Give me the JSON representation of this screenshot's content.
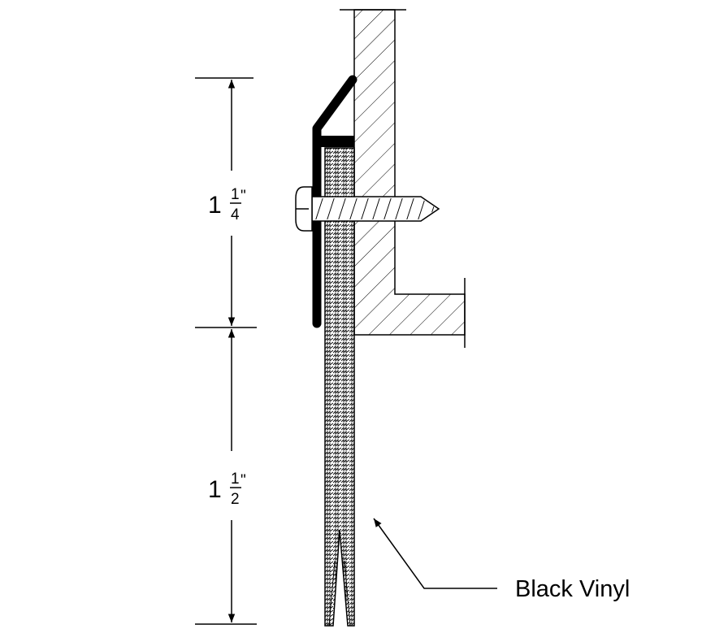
{
  "dimensions": {
    "upper": {
      "whole": "1",
      "numerator": "1",
      "denominator": "4",
      "unit": "\""
    },
    "lower": {
      "whole": "1",
      "numerator": "1",
      "denominator": "2",
      "unit": "\""
    }
  },
  "callout": {
    "label": "Black Vinyl"
  },
  "colors": {
    "line": "#000000",
    "background": "#ffffff"
  }
}
